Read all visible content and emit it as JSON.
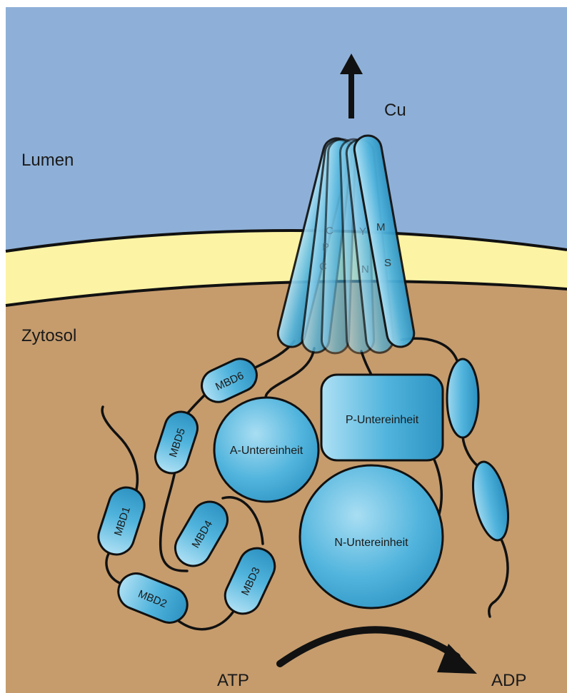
{
  "figure": {
    "regions": {
      "lumen": "Lumen",
      "cytosol": "Zytosol"
    },
    "ion": "Cu",
    "subunits": {
      "a": "A-Untereinheit",
      "p": "P-Untereinheit",
      "n": "N-Untereinheit"
    },
    "mbds": [
      "MBD1",
      "MBD2",
      "MBD3",
      "MBD4",
      "MBD5",
      "MBD6"
    ],
    "tm_letters": {
      "m": "M",
      "s": "S",
      "y": "Y",
      "n": "N",
      "c1": "C",
      "p": "P",
      "c2": "C"
    },
    "reaction": {
      "substrate": "ATP",
      "product": "ADP"
    }
  },
  "colors": {
    "lumen": "#8eb0d8",
    "membrane": "#fdf3a4",
    "cytosol": "#c69c6d",
    "protein": "#4fb3dc",
    "outline": "#111111"
  }
}
